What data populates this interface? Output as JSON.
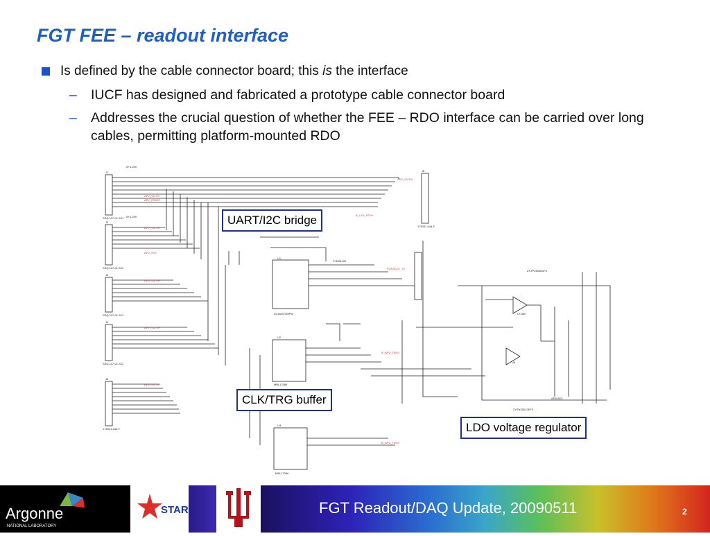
{
  "slide": {
    "title": "FGT FEE – readout interface",
    "bullet1_prefix": "Is defined by the cable connector board; this ",
    "bullet1_italic": "is",
    "bullet1_suffix": " the interface",
    "sub1": "IUCF has designed and fabricated a prototype cable connector board",
    "sub2": "Addresses the crucial question of whether the FEE – RDO interface can be carried over long cables, permitting platform-mounted RDO",
    "dash": "–"
  },
  "callouts": {
    "uart": "UART/I2C bridge",
    "clk": "CLK/TRG buffer",
    "ldo": "LDO voltage regulator"
  },
  "schematic": {
    "j1": "J1",
    "j2": "J2",
    "j3": "J3",
    "j4": "J4",
    "j5": "J5",
    "j6": "J6",
    "u1": "U1",
    "u2": "U2",
    "u3": "U3",
    "u4": "U4",
    "p1": "SSQ-117-01-S-D",
    "p2": "SSQ-117-01-S-D",
    "p3": "SSQ-117-01-S-D",
    "p4": "SSQ-117-01-S-D",
    "p5": "175031-044-F",
    "p6": "175031-044-F",
    "net_v": "A+1.25V",
    "net_v2": "A+1.25V",
    "sig_a": "APV_OUT0+",
    "sig_b": "APV_RESET",
    "sig_c": "FOXSCLK_TX",
    "sig_d": "APV_RST",
    "sig_e": "B_CLK_RTN+",
    "sig_f": "B_APV_TRIG+",
    "ic_bridge": "SC16IS750IPW",
    "ic_buf": "MBL17086",
    "ic_ldo": "LT1807",
    "reg": "ZXTP25040DFZ",
    "diode": "AD51001",
    "led": "TLMS1100",
    "q": "ZXTN25012EFZ"
  },
  "footer": {
    "text": "FGT Readout/DAQ Update, 20090511",
    "page": "2",
    "argonne": "Argonne",
    "argonne_sub": "NATIONAL LABORATORY",
    "star": "STAR"
  },
  "colors": {
    "title": "#1f5fc4",
    "bullet": "#1a52c4",
    "wire": "#222222",
    "net": "#d33333",
    "callout_border": "#1f2f8c"
  }
}
